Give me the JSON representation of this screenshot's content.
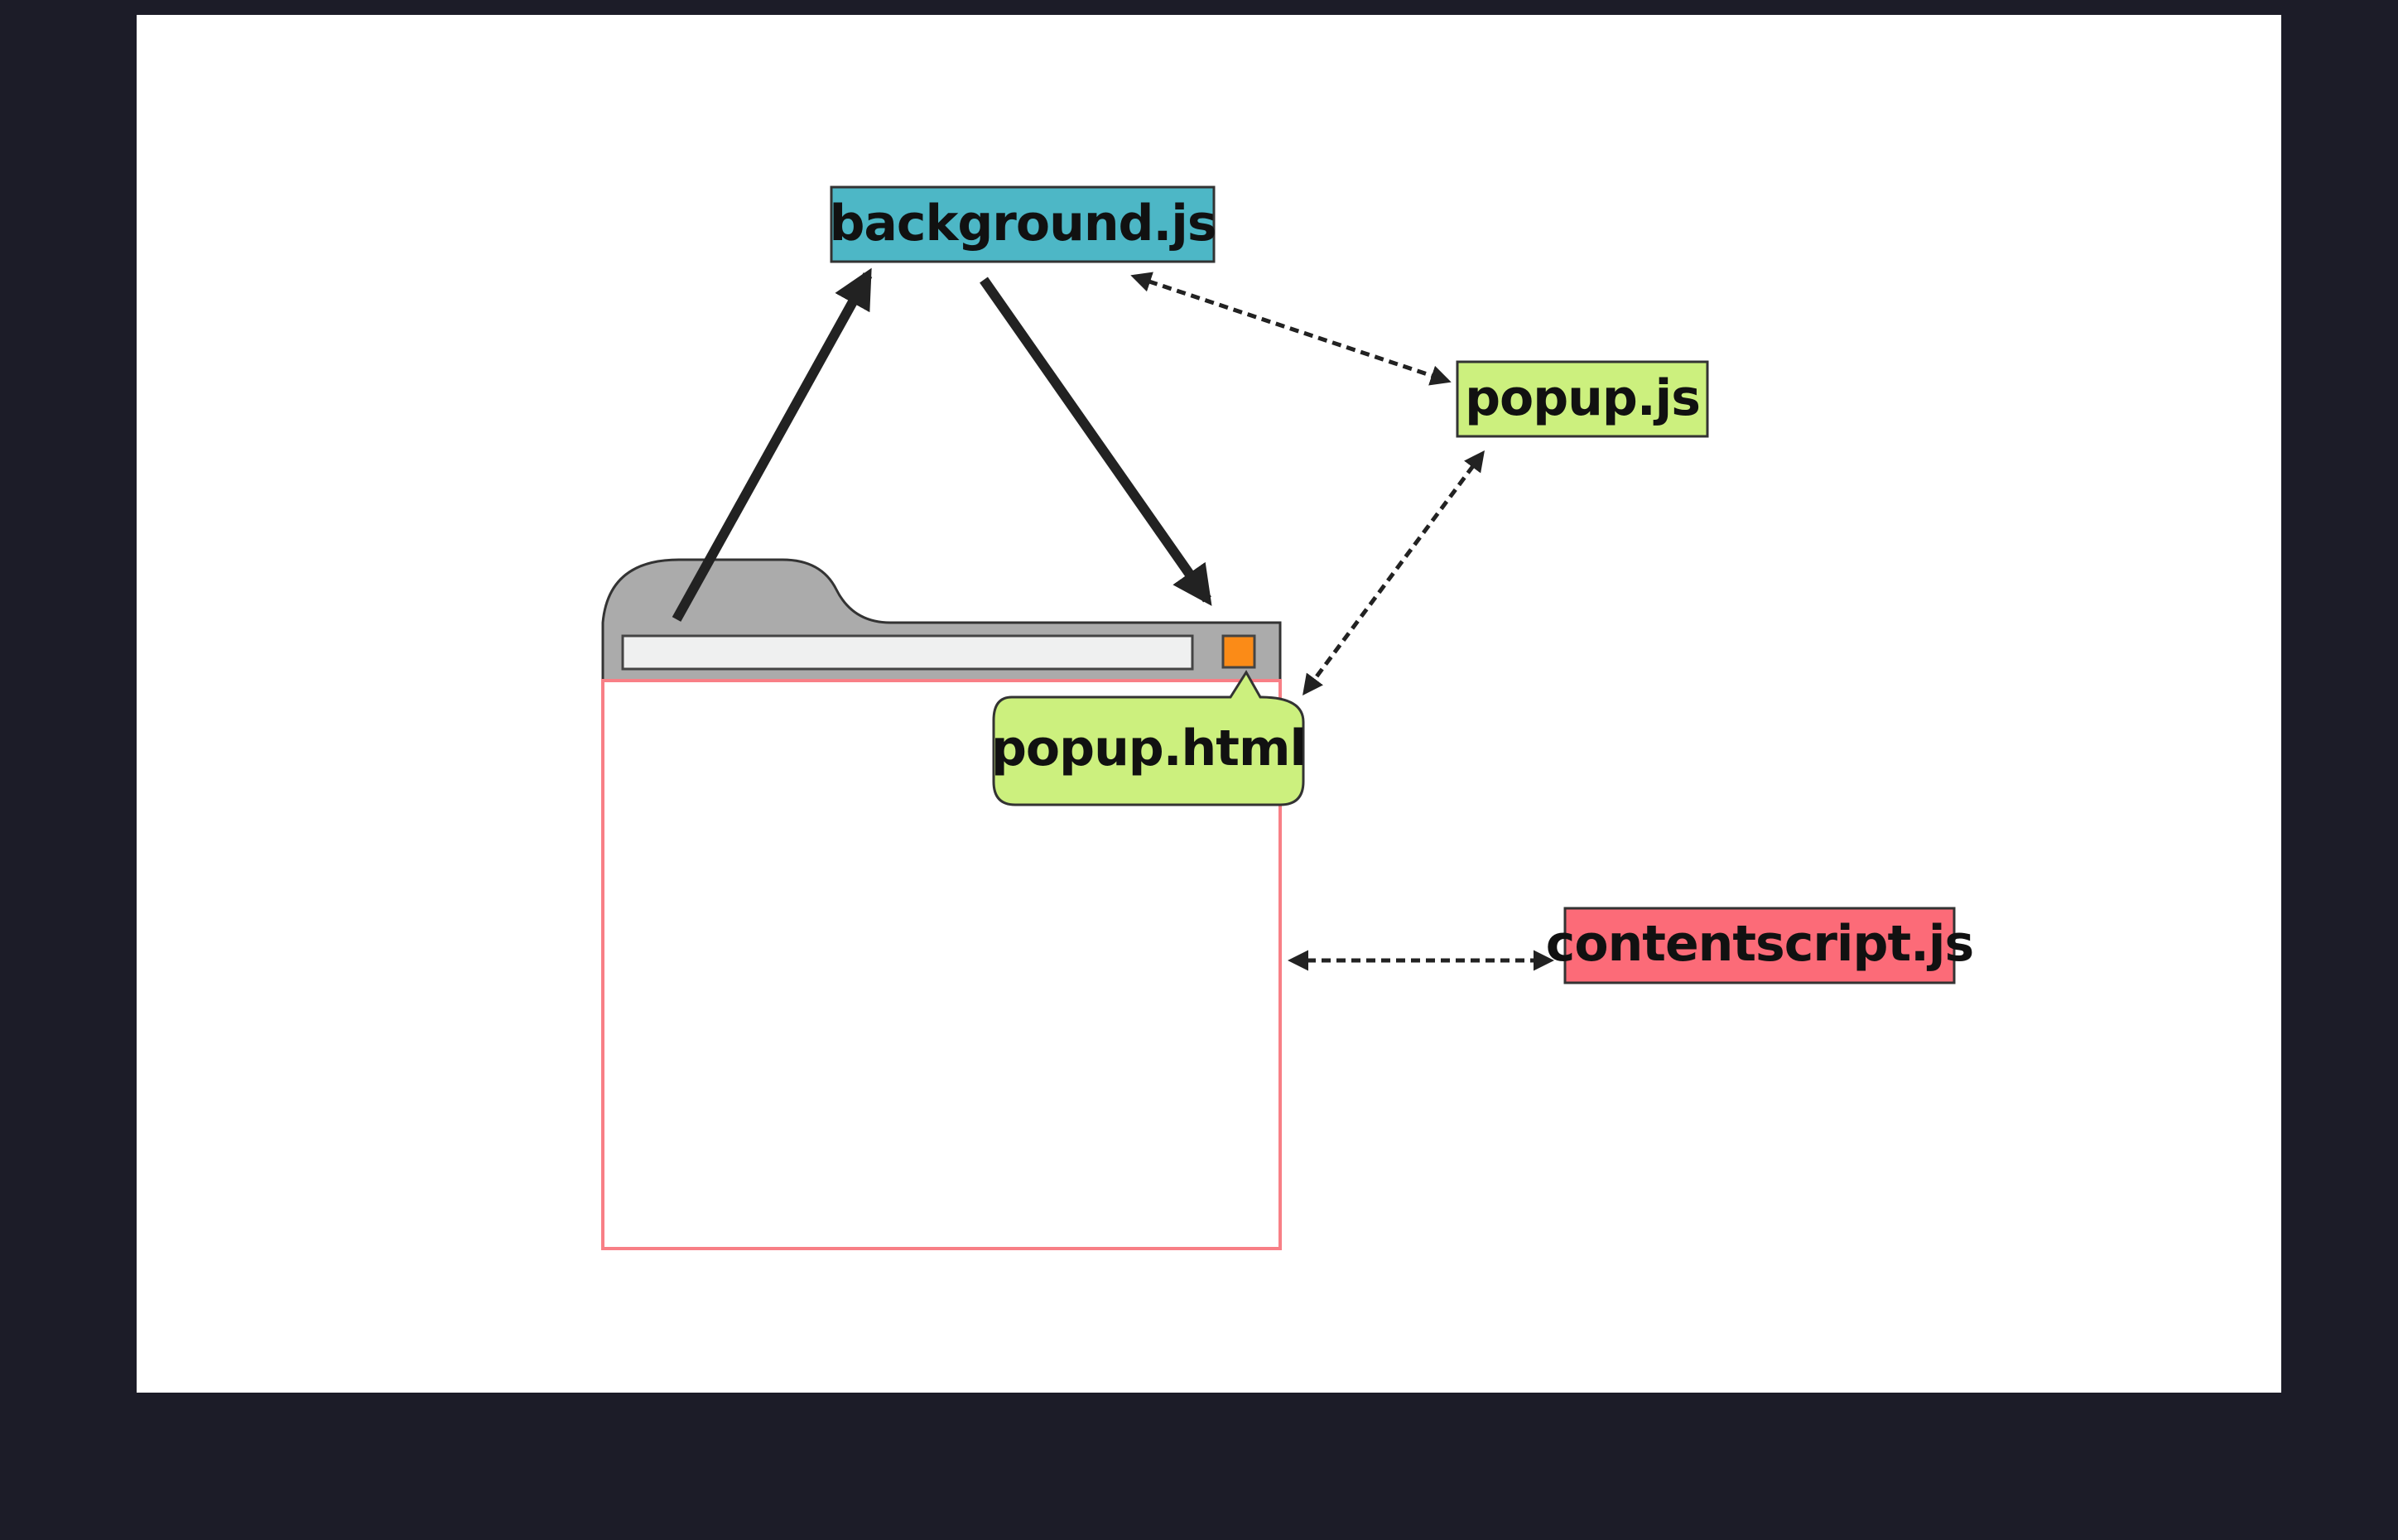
{
  "nodes": {
    "background": {
      "label": "background.js",
      "color": "#4db7c6"
    },
    "popup_js": {
      "label": "popup.js",
      "color": "#ccf07e"
    },
    "popup_html": {
      "label": "popup.html",
      "color": "#ccf07e"
    },
    "contentscript": {
      "label": "contentscript.js",
      "color": "#fc6b78"
    }
  },
  "browser": {
    "tab_color": "#ababab",
    "address_bar_color": "#eff0f0",
    "extension_button_color": "#fb8b17",
    "content_border_color": "#f87f86"
  },
  "edges": [
    {
      "from": "browser",
      "to": "background.js",
      "style": "solid"
    },
    {
      "from": "background.js",
      "to": "extension-button",
      "style": "solid"
    },
    {
      "from": "background.js",
      "to": "popup.js",
      "style": "dashed",
      "bidirectional": true
    },
    {
      "from": "popup.js",
      "to": "popup.html",
      "style": "dashed",
      "bidirectional": true
    },
    {
      "from": "page-content",
      "to": "contentscript.js",
      "style": "dashed",
      "bidirectional": true
    }
  ]
}
